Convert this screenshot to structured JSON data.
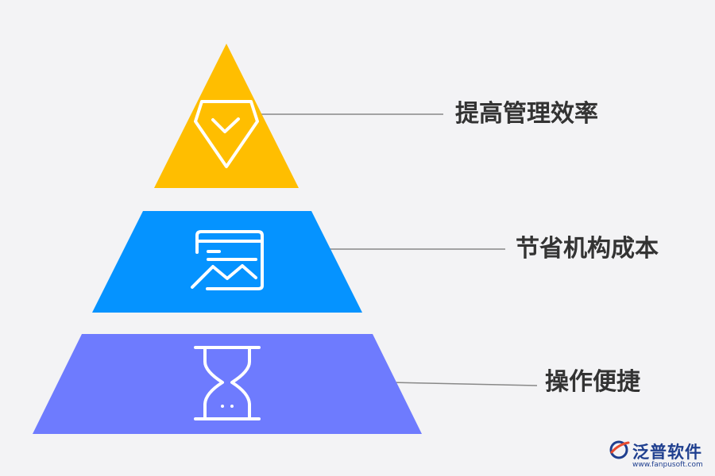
{
  "diagram": {
    "levels": [
      {
        "label": "提高管理效率",
        "color": "#FFBE00",
        "icon": "gem-check-icon"
      },
      {
        "label": "节省机构成本",
        "color": "#0593FF",
        "icon": "chart-browser-icon"
      },
      {
        "label": "操作便捷",
        "color": "#6E7BFE",
        "icon": "hourglass-icon"
      }
    ],
    "connector_color": "#888888"
  },
  "watermark": {
    "name": "泛普软件",
    "url": "www.fanpusoft.com",
    "color": "#1f3f8f"
  }
}
